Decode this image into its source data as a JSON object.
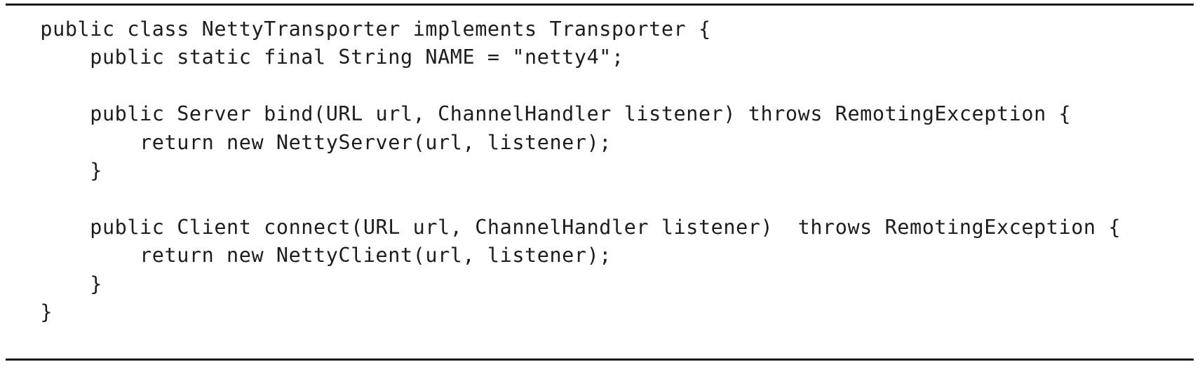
{
  "figure": {
    "type": "code-listing",
    "language": "java",
    "rules": {
      "top": true,
      "bottom": true,
      "color": "#1a1a1a"
    },
    "text_color": "#1d1d1d",
    "background_color": "#ffffff"
  },
  "code": {
    "lines": [
      "  public class NettyTransporter implements Transporter {",
      "      public static final String NAME = \"netty4\";",
      "",
      "      public Server bind(URL url, ChannelHandler listener) throws RemotingException {",
      "          return new NettyServer(url, listener);",
      "      }",
      "",
      "      public Client connect(URL url, ChannelHandler listener)  throws RemotingException {",
      "          return new NettyClient(url, listener);",
      "      }",
      "  }"
    ]
  }
}
